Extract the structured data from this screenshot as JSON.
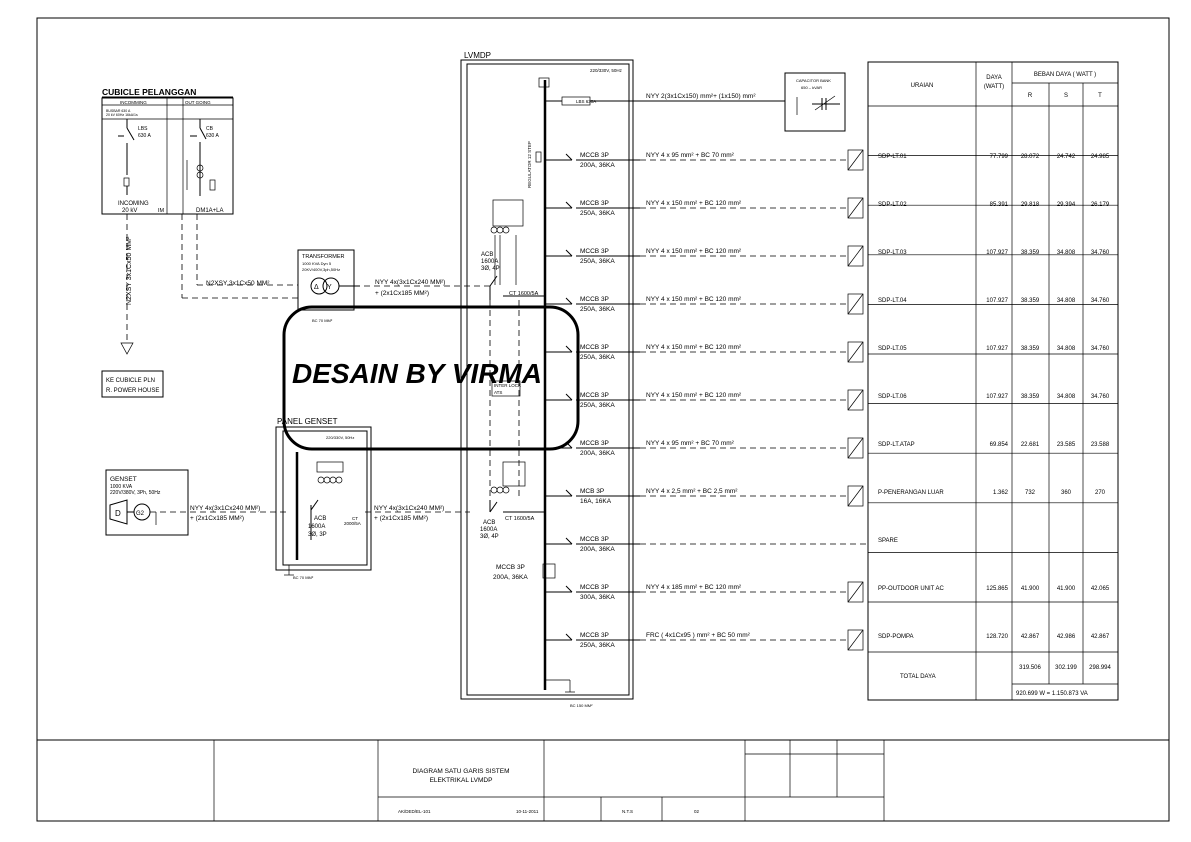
{
  "cubicle": {
    "title": "CUBICLE  PELANGGAN",
    "incoming_header": "INCOMMING",
    "outgoing_header": "OUT GOING",
    "lbs_label": "LBS",
    "lbs_rating": "630 A",
    "cb_label": "CB",
    "cb_rating": "630 A",
    "incoming_label": "INCOMING",
    "incoming_kv": "20 kV",
    "im_label": "IM",
    "dm_label": "DM1A+LA"
  },
  "feeder_cable": "N2XSY 3x1Cx50 MM²",
  "pln_box": {
    "line1": "KE CUBICLE PLN",
    "line2": "R. POWER HOUSE"
  },
  "transformer": {
    "title": "TRANSFORMER",
    "line1": "1000 KVA Dyn 5",
    "line2": "20KV/400V,3ph,50Hz",
    "cable_in": "N2XSY 3x1Cx50 MM²",
    "bc": "BC 70 MM²"
  },
  "trafo_cable": {
    "line1": "NYY 4x(3x1Cx240 MM²)",
    "line2": "+ (2x1Cx185 MM²)"
  },
  "genset": {
    "title": "GENSET",
    "line1": "1000 KVA",
    "line2": "220V/380V, 3Ph, 50Hz",
    "d": "D",
    "g": "G2",
    "cable1": "NYY 4x(3x1Cx240 MM²)",
    "cable1b": "+ (2x1Cx185 MM²)",
    "cable2": "NYY 4x(3x1Cx240 MM²)",
    "cable2b": "+ (2x1Cx185 MM²)"
  },
  "panel_genset": {
    "title": "PANEL  GENSET",
    "voltage": "220/330V, 50Hz",
    "acb": "ACB",
    "acb_rating": "1600A",
    "acb_pole": "3Ø, 3P",
    "ct": "CT",
    "ct_rating": "2000/5A",
    "bc": "BC 70 MM²"
  },
  "lvmdp": {
    "title": "LVMDP",
    "voltage": "220/330V, 50Hz",
    "lbs": "LBS 630A",
    "regulator": "REGULATOR 12 STEP",
    "acb1": "ACB",
    "acb1_rating": "1600A",
    "acb1_pole": "3Ø, 4P",
    "ct1": "CT 1600/5A",
    "ats_label1": "INTER LOCK",
    "ats_label2": "ATS",
    "acb2": "ACB",
    "acb2_rating": "1600A",
    "acb2_pole": "3Ø, 4P",
    "ct2": "CT 1600/5A",
    "mccb_bottom": "MCCB 3P",
    "mccb_bottom_rating": "200A, 36KA",
    "bc": "BC 150 MM²"
  },
  "capacitor": {
    "main_cable": "NYY 2(3x1Cx150) mm²+ (1x150) mm²",
    "title": "CAPACITOR BANK",
    "rating": "650 – kVAR"
  },
  "outgoing": [
    {
      "breaker": "MCCB 3P",
      "rating": "200A, 36KA",
      "cable": "NYY 4 x 95 mm² + BC 70 mm²"
    },
    {
      "breaker": "MCCB 3P",
      "rating": "250A, 36KA",
      "cable": "NYY 4 x 150 mm² + BC 120 mm²"
    },
    {
      "breaker": "MCCB 3P",
      "rating": "250A, 36KA",
      "cable": "NYY 4 x 150 mm² + BC 120 mm²"
    },
    {
      "breaker": "MCCB 3P",
      "rating": "250A, 36KA",
      "cable": "NYY 4 x 150 mm² + BC 120 mm²"
    },
    {
      "breaker": "MCCB 3P",
      "rating": "250A, 36KA",
      "cable": "NYY 4 x 150 mm² + BC 120 mm²"
    },
    {
      "breaker": "MCCB 3P",
      "rating": "250A, 36KA",
      "cable": "NYY 4 x 150 mm² + BC 120 mm²"
    },
    {
      "breaker": "MCCB 3P",
      "rating": "200A, 36KA",
      "cable": "NYY 4 x 95 mm² + BC 70 mm²"
    },
    {
      "breaker": "MCB 3P",
      "rating": "16A, 16KA",
      "cable": "NYY 4 x 2,5 mm² + BC 2,5 mm²"
    },
    {
      "breaker": "MCCB 3P",
      "rating": "200A, 36KA",
      "cable": ""
    },
    {
      "breaker": "MCCB 3P",
      "rating": "300A, 36KA",
      "cable": "NYY 4 x 185 mm² + BC 120 mm²"
    },
    {
      "breaker": "MCCB 3P",
      "rating": "250A, 36KA",
      "cable": "FRC ( 4x1Cx95 ) mm² + BC 50 mm²"
    }
  ],
  "load_table": {
    "headers": {
      "uraian": "URAIAN",
      "daya": "DAYA",
      "daya_unit": "(WATT)",
      "beban": "BEBAN DAYA ( WATT )",
      "r": "R",
      "s": "S",
      "t": "T"
    },
    "rows": [
      {
        "name": "SDP-LT.01",
        "daya": "77.799",
        "r": "28.072",
        "s": "24.742",
        "t": "24.985"
      },
      {
        "name": "SDP-LT.02",
        "daya": "85.391",
        "r": "29.818",
        "s": "29.394",
        "t": "26.179"
      },
      {
        "name": "SDP-LT.03",
        "daya": "107.927",
        "r": "38.359",
        "s": "34.808",
        "t": "34.760"
      },
      {
        "name": "SDP-LT.04",
        "daya": "107.927",
        "r": "38.359",
        "s": "34.808",
        "t": "34.760"
      },
      {
        "name": "SDP-LT.05",
        "daya": "107.927",
        "r": "38.359",
        "s": "34.808",
        "t": "34.760"
      },
      {
        "name": "SDP-LT.06",
        "daya": "107.927",
        "r": "38.359",
        "s": "34.808",
        "t": "34.760"
      },
      {
        "name": "SDP-LT.ATAP",
        "daya": "69.854",
        "r": "22.681",
        "s": "23.585",
        "t": "23.588"
      },
      {
        "name": "P-PENERANGAN LUAR",
        "daya": "1.362",
        "r": "732",
        "s": "360",
        "t": "270"
      },
      {
        "name": "SPARE",
        "daya": "",
        "r": "",
        "s": "",
        "t": ""
      },
      {
        "name": "PP-OUTDOOR UNIT AC",
        "daya": "125.865",
        "r": "41.900",
        "s": "41.900",
        "t": "42.065"
      },
      {
        "name": "SDP-POMPA",
        "daya": "128.720",
        "r": "42.867",
        "s": "42.986",
        "t": "42.867"
      }
    ],
    "total_label": "TOTAL DAYA",
    "total_r": "319.506",
    "total_s": "302.199",
    "total_t": "298.994",
    "total_line": "920.699  W = 1.150.873 VA"
  },
  "watermark": "DESAIN BY VIRMA",
  "title_block": {
    "line1": "DIAGRAM SATU GARIS SISTEM",
    "line2": "ELEKTRIKAL LVMDP",
    "code": "AK/DED/EL-101",
    "date": "10-11-2011",
    "scale": "N.T.S",
    "sheet": "02"
  }
}
